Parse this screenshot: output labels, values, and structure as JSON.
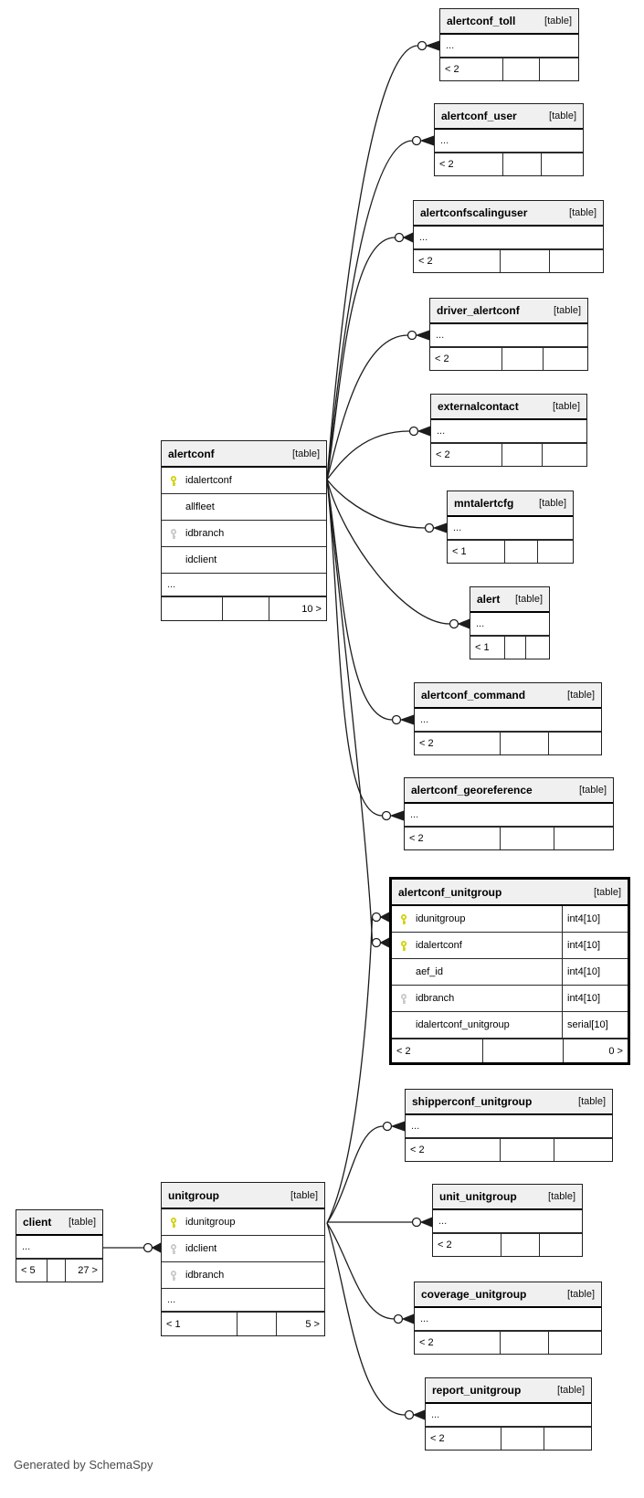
{
  "diagram": {
    "footer_note": "Generated by SchemaSpy",
    "colors": {
      "primary_key": "#cfcf00",
      "foreign_key": "#c6c6c6",
      "header_bg": "#f0f0f0",
      "edge": "#1c1c1c"
    }
  },
  "tables": [
    {
      "id": "alertconf_toll",
      "name": "alertconf_toll",
      "tag": "[table]",
      "ellipsis": "...",
      "footer": [
        "< 2",
        "",
        ""
      ]
    },
    {
      "id": "alertconf_user",
      "name": "alertconf_user",
      "tag": "[table]",
      "ellipsis": "...",
      "footer": [
        "< 2",
        "",
        ""
      ]
    },
    {
      "id": "alertconfscalinguser",
      "name": "alertconfscalinguser",
      "tag": "[table]",
      "ellipsis": "...",
      "footer": [
        "< 2",
        "",
        ""
      ]
    },
    {
      "id": "driver_alertconf",
      "name": "driver_alertconf",
      "tag": "[table]",
      "ellipsis": "...",
      "footer": [
        "< 2",
        "",
        ""
      ]
    },
    {
      "id": "externalcontact",
      "name": "externalcontact",
      "tag": "[table]",
      "ellipsis": "...",
      "footer": [
        "< 2",
        "",
        ""
      ]
    },
    {
      "id": "mntalertcfg",
      "name": "mntalertcfg",
      "tag": "[table]",
      "ellipsis": "...",
      "footer": [
        "< 1",
        "",
        ""
      ]
    },
    {
      "id": "alert",
      "name": "alert",
      "tag": "[table]",
      "ellipsis": "...",
      "footer": [
        "< 1",
        "",
        ""
      ]
    },
    {
      "id": "alertconf_command",
      "name": "alertconf_command",
      "tag": "[table]",
      "ellipsis": "...",
      "footer": [
        "< 2",
        "",
        ""
      ]
    },
    {
      "id": "alertconf_georeference",
      "name": "alertconf_georeference",
      "tag": "[table]",
      "ellipsis": "...",
      "footer": [
        "< 2",
        "",
        ""
      ]
    },
    {
      "id": "alertconf_unitgroup",
      "name": "alertconf_unitgroup",
      "tag": "[table]",
      "emphasized": true,
      "columns": [
        {
          "name": "idunitgroup",
          "key": "primary",
          "type": "int4[10]"
        },
        {
          "name": "idalertconf",
          "key": "primary",
          "type": "int4[10]"
        },
        {
          "name": "aef_id",
          "key": "none",
          "type": "int4[10]"
        },
        {
          "name": "idbranch",
          "key": "foreign",
          "type": "int4[10]"
        },
        {
          "name": "idalertconf_unitgroup",
          "key": "none",
          "type": "serial[10]"
        }
      ],
      "footer": [
        "< 2",
        "",
        "0 >"
      ]
    },
    {
      "id": "shipperconf_unitgroup",
      "name": "shipperconf_unitgroup",
      "tag": "[table]",
      "ellipsis": "...",
      "footer": [
        "< 2",
        "",
        ""
      ]
    },
    {
      "id": "unit_unitgroup",
      "name": "unit_unitgroup",
      "tag": "[table]",
      "ellipsis": "...",
      "footer": [
        "< 2",
        "",
        ""
      ]
    },
    {
      "id": "coverage_unitgroup",
      "name": "coverage_unitgroup",
      "tag": "[table]",
      "ellipsis": "...",
      "footer": [
        "< 2",
        "",
        ""
      ]
    },
    {
      "id": "report_unitgroup",
      "name": "report_unitgroup",
      "tag": "[table]",
      "ellipsis": "...",
      "footer": [
        "< 2",
        "",
        ""
      ]
    },
    {
      "id": "alertconf",
      "name": "alertconf",
      "tag": "[table]",
      "columns": [
        {
          "name": "idalertconf",
          "key": "primary"
        },
        {
          "name": "allfleet",
          "key": "none"
        },
        {
          "name": "idbranch",
          "key": "foreign"
        },
        {
          "name": "idclient",
          "key": "none"
        }
      ],
      "ellipsis": "...",
      "footer": [
        "",
        "",
        "10 >"
      ]
    },
    {
      "id": "unitgroup",
      "name": "unitgroup",
      "tag": "[table]",
      "columns": [
        {
          "name": "idunitgroup",
          "key": "primary"
        },
        {
          "name": "idclient",
          "key": "foreign"
        },
        {
          "name": "idbranch",
          "key": "foreign"
        }
      ],
      "ellipsis": "...",
      "footer": [
        "< 1",
        "",
        "5 >"
      ]
    },
    {
      "id": "client",
      "name": "client",
      "tag": "[table]",
      "ellipsis": "...",
      "footer": [
        "< 5",
        "",
        "27 >"
      ]
    }
  ]
}
